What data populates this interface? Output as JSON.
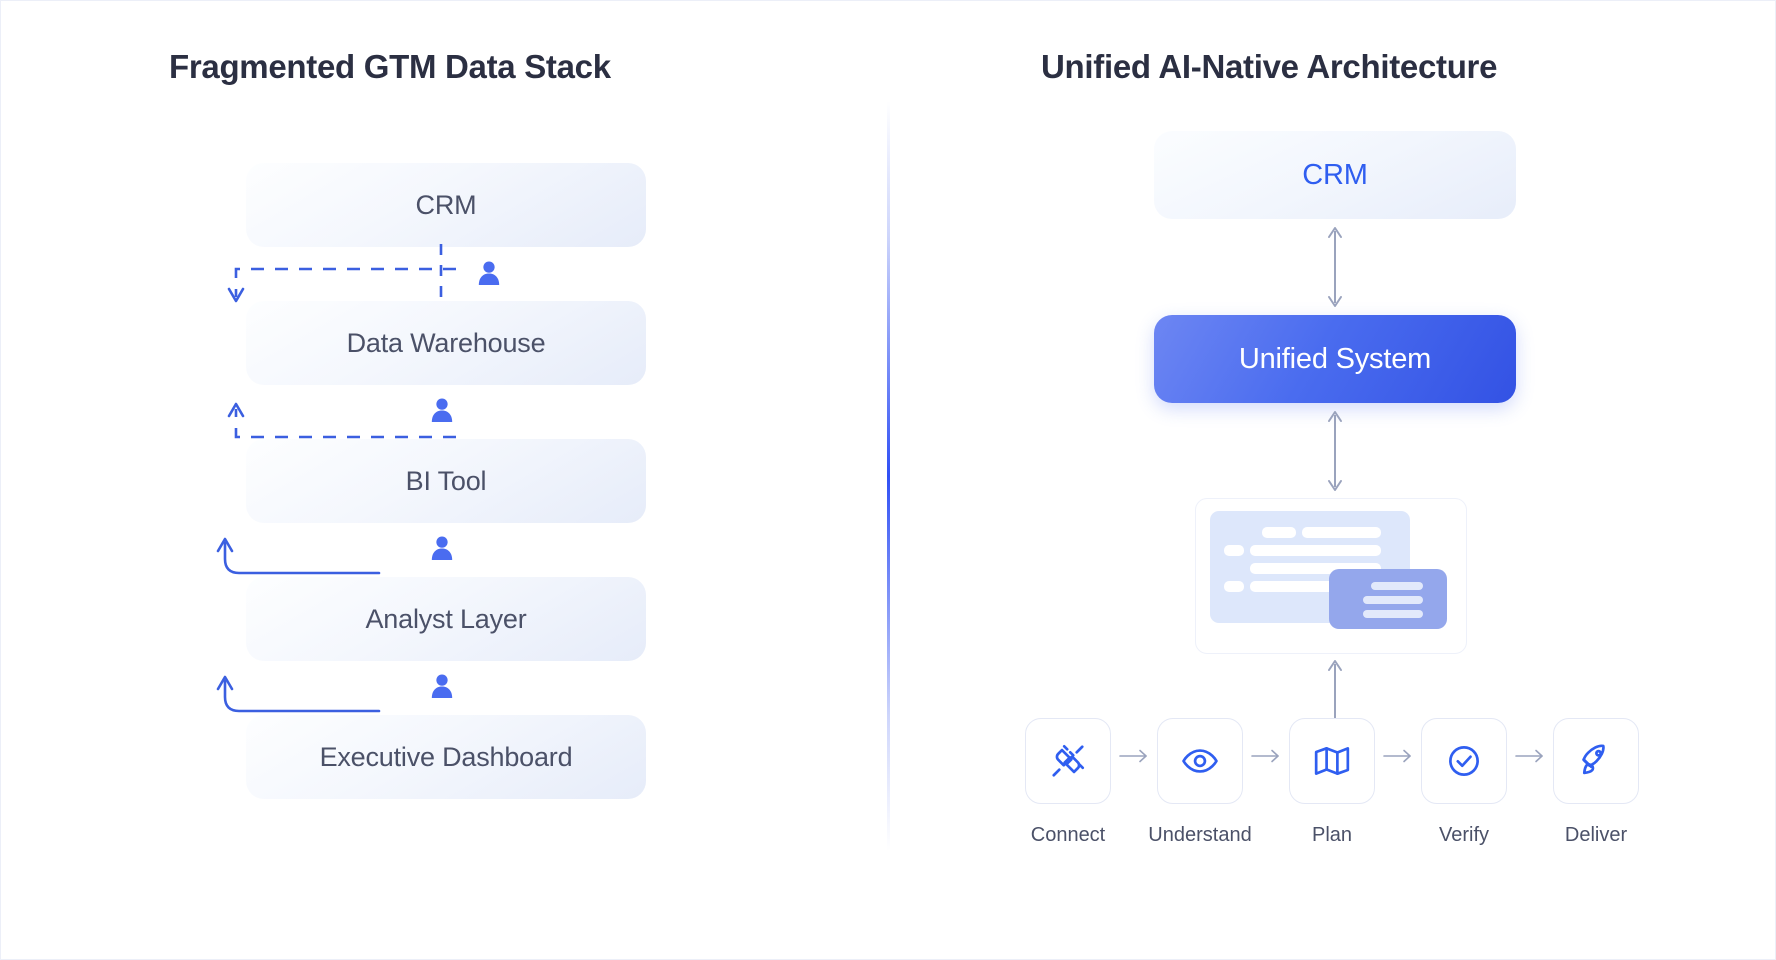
{
  "left": {
    "title": "Fragmented GTM Data Stack",
    "boxes": [
      {
        "label": "CRM"
      },
      {
        "label": "Data Warehouse"
      },
      {
        "label": "BI Tool"
      },
      {
        "label": "Analyst Layer"
      },
      {
        "label": "Executive Dashboard"
      }
    ],
    "handoffs": [
      {
        "icon": "person-icon",
        "connector": "dashed-loop-down"
      },
      {
        "icon": "person-icon",
        "connector": "dashed-loop-up"
      },
      {
        "icon": "person-icon",
        "connector": "solid-loop-up"
      },
      {
        "icon": "person-icon",
        "connector": "solid-loop-up"
      }
    ]
  },
  "right": {
    "title": "Unified AI-Native Architecture",
    "crm_label": "CRM",
    "unified_label": "Unified System",
    "illustration": "document-preview-card",
    "pipeline": [
      {
        "label": "Connect",
        "icon": "plug-icon"
      },
      {
        "label": "Understand",
        "icon": "eye-icon"
      },
      {
        "label": "Plan",
        "icon": "map-icon"
      },
      {
        "label": "Verify",
        "icon": "check-circle-icon"
      },
      {
        "label": "Deliver",
        "icon": "rocket-icon"
      }
    ],
    "arrow_glyph": "→"
  },
  "colors": {
    "accent_blue": "#3b5fe0",
    "icon_blue": "#2f5ef0",
    "person_blue": "#4a6cf0",
    "heading": "#2b2f42",
    "body_text": "#4b5168",
    "arrow_gray": "#9aa3bd",
    "tile_border": "#e4e8f5"
  }
}
